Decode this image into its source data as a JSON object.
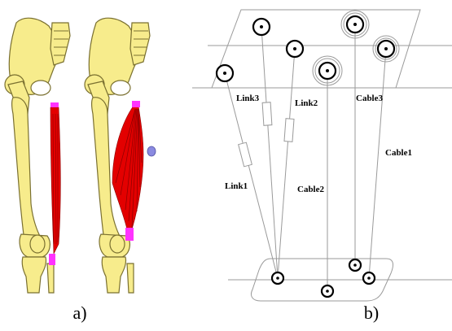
{
  "panel_a": {
    "caption": "a)"
  },
  "panel_b": {
    "caption": "b)",
    "labels": {
      "link3": "Link3",
      "link2": "Link2",
      "link1": "Link1",
      "cable3": "Cable3",
      "cable2": "Cable2",
      "cable1": "Cable1"
    }
  }
}
